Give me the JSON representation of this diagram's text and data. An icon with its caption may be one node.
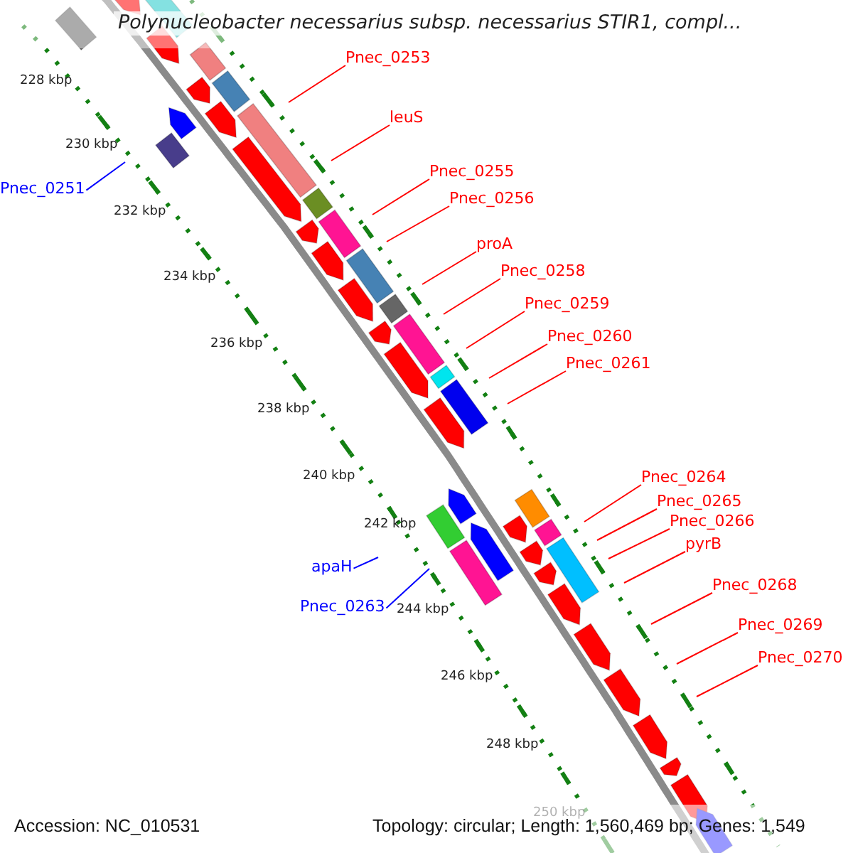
{
  "diagram": {
    "title": "Polynucleobacter necessarius subsp. necessarius STIR1, compl...",
    "nodes": [
      {
        "text": [
          "Pnec_0253"
        ]
      },
      {
        "text": [
          "leuS"
        ]
      },
      {
        "text": [
          "Pnec_0255"
        ]
      },
      {
        "text": [
          "Pnec_0251"
        ]
      },
      {
        "text": [
          "Pnec_0256"
        ]
      },
      {
        "text": [
          "proA"
        ]
      },
      {
        "text": [
          "Pnec_0258"
        ]
      },
      {
        "text": [
          "Pnec_0259"
        ]
      },
      {
        "text": [
          "Pnec_0260"
        ]
      },
      {
        "text": [
          "Pnec_0261"
        ]
      },
      {
        "text": [
          "Pnec_0264"
        ]
      },
      {
        "text": [
          "Pnec_0265"
        ]
      },
      {
        "text": [
          "Pnec_0266"
        ]
      },
      {
        "text": [
          "pyrB"
        ]
      },
      {
        "text": [
          "apaH"
        ]
      },
      {
        "text": [
          "Pnec_0268"
        ]
      },
      {
        "text": [
          "Pnec_0263"
        ]
      },
      {
        "text": [
          "Pnec_0269"
        ]
      },
      {
        "text": [
          "Pnec_0270"
        ]
      }
    ],
    "edges": [
      {
        "from": 0,
        "to": null,
        "arrow": "none"
      },
      {
        "from": 1,
        "to": null,
        "arrow": "none"
      },
      {
        "from": 2,
        "to": null,
        "arrow": "none"
      },
      {
        "from": 3,
        "to": null,
        "arrow": "none",
        "color": "#0000ff"
      },
      {
        "from": 4,
        "to": null,
        "arrow": "none"
      },
      {
        "from": 5,
        "to": null,
        "arrow": "none"
      },
      {
        "from": 6,
        "to": null,
        "arrow": "none"
      },
      {
        "from": 7,
        "to": null,
        "arrow": "none"
      },
      {
        "from": 8,
        "to": null,
        "arrow": "none"
      },
      {
        "from": 9,
        "to": null,
        "arrow": "none"
      },
      {
        "from": 10,
        "to": null,
        "arrow": "none"
      },
      {
        "from": 11,
        "to": null,
        "arrow": "none"
      },
      {
        "from": 12,
        "to": null,
        "arrow": "none"
      },
      {
        "from": 13,
        "to": null,
        "arrow": "none"
      },
      {
        "from": 14,
        "to": null,
        "arrow": "none",
        "color": "#0000ff"
      },
      {
        "from": 15,
        "to": null,
        "arrow": "none"
      },
      {
        "from": 16,
        "to": null,
        "arrow": "none",
        "color": "#0000ff"
      },
      {
        "from": 17,
        "to": null,
        "arrow": "none"
      },
      {
        "from": 18,
        "to": null,
        "arrow": "none"
      }
    ],
    "labels": [
      "228 kbp",
      "230 kbp",
      "232 kbp",
      "234 kbp",
      "236 kbp",
      "238 kbp",
      "240 kbp",
      "242 kbp",
      "244 kbp",
      "246 kbp",
      "248 kbp",
      "250 kbp",
      "Accession: NC_010531",
      "Topology: circular; Length: 1,560,469 bp; Genes: 1,549"
    ]
  }
}
